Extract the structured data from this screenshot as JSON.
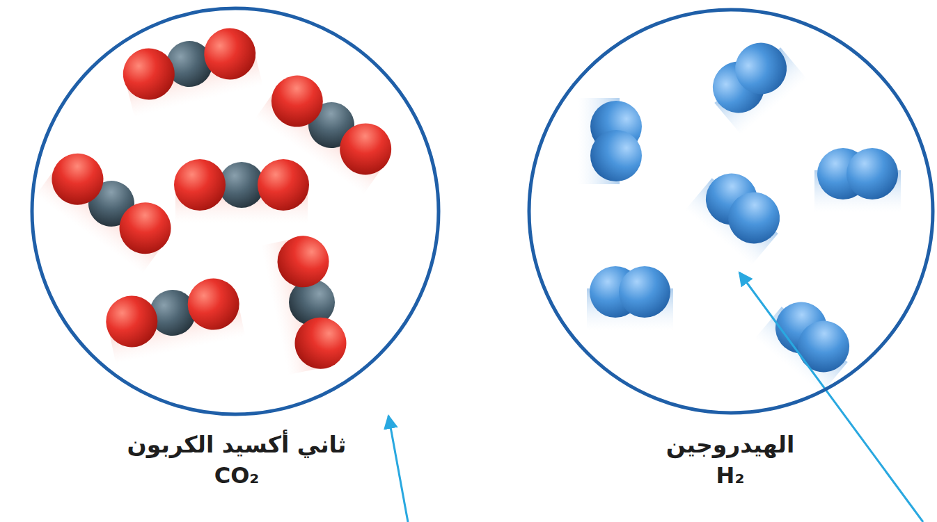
{
  "diagram": {
    "nodes": [
      {
        "text": [
          "ثاني أكسيد الكربون",
          "CO₂"
        ]
      },
      {
        "text": [
          "الهيدروجين",
          "H₂"
        ]
      }
    ]
  }
}
